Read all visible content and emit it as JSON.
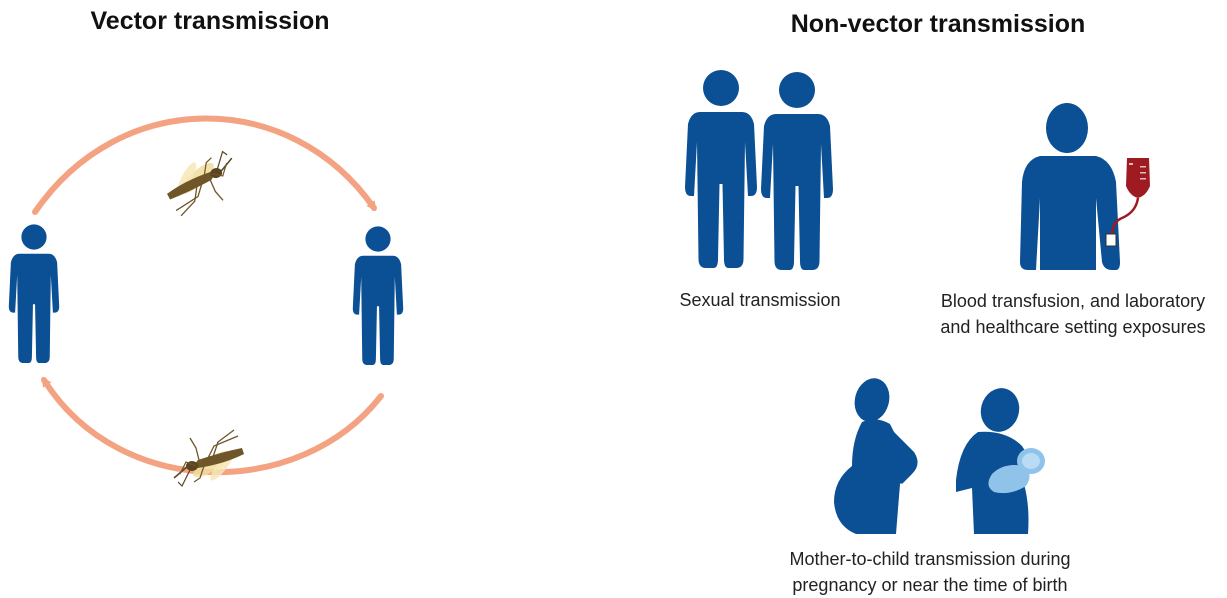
{
  "vector_section": {
    "title": "Vector transmission"
  },
  "nonvector_section": {
    "title": "Non-vector transmission",
    "sexual": {
      "caption": "Sexual transmission"
    },
    "blood": {
      "caption_line1": "Blood transfusion, and laboratory",
      "caption_line2": "and healthcare setting exposures"
    },
    "mother": {
      "caption_line1": "Mother-to-child transmission during",
      "caption_line2": "pregnancy or near the time of birth"
    }
  },
  "colors": {
    "figure_blue": "#0b4f94",
    "arrow_orange": "#f4a382",
    "blood_red": "#9e1b22",
    "baby_blue": "#8fc3ea",
    "mosquito_body": "#6e5628",
    "mosquito_wing": "#f1dc9c"
  },
  "icons": [
    "person-icon",
    "mosquito-icon",
    "blood-bag-icon",
    "pregnant-woman-icon",
    "mother-with-baby-icon"
  ]
}
